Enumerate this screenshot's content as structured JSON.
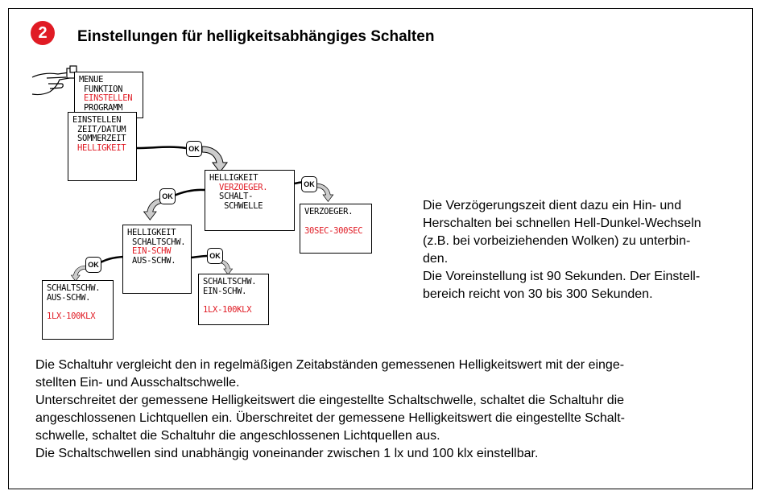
{
  "step_number": "2",
  "heading": "Einstellungen für helligkeitsabhängiges Schalten",
  "screens": {
    "menue": {
      "lines": [
        "MENUE",
        " FUNKTION",
        " EINSTELLEN",
        " PROGRAMM"
      ],
      "selected": 2
    },
    "einstellen": {
      "lines": [
        "EINSTELLEN",
        " ZEIT/DATUM",
        " SOMMERZEIT",
        " HELLIGKEIT"
      ],
      "selected": 3
    },
    "helligkeit": {
      "lines": [
        "HELLIGKEIT",
        "  VERZOEGER.",
        "  SCHALT-",
        "   SCHWELLE"
      ],
      "selected": 1
    },
    "verzoeger": {
      "lines": [
        "VERZOEGER."
      ],
      "value": "30SEC-300SEC"
    },
    "helligkeit2": {
      "lines": [
        "HELLIGKEIT",
        " SCHALTSCHW.",
        " EIN-SCHW",
        " AUS-SCHW."
      ],
      "selected": 2
    },
    "aus_schw": {
      "lines": [
        "SCHALTSCHW.",
        "AUS-SCHW."
      ],
      "value": "1LX-100KLX"
    },
    "ein_schw": {
      "lines": [
        "SCHALTSCHW.",
        "EIN-SCHW."
      ],
      "value": "1LX-100KLX"
    }
  },
  "ok_label": "OK",
  "colors": {
    "accent": "#e01b24",
    "arrow_fill": "#cccccc"
  },
  "icons": [
    "hand-pressing-button-icon",
    "curved-arrow-icon"
  ],
  "right_paragraph": [
    "Die Verzögerungszeit dient dazu ein Hin- und",
    "Herschalten bei schnellen Hell-Dunkel-Wechseln",
    "(z.B. bei vorbeiziehenden Wolken) zu unterbin-",
    "den.",
    "Die Voreinstellung ist 90 Sekunden. Der Einstell-",
    "bereich reicht von 30 bis 300 Sekunden."
  ],
  "bottom_paragraph": [
    "Die Schaltuhr vergleicht den in regelmäßigen Zeitabständen gemessenen Helligkeitswert mit der einge-",
    "stellten Ein-  und Ausschaltschwelle.",
    "Unterschreitet der gemessene Helligkeitswert die eingestellte Schaltschwelle, schaltet die Schaltuhr die",
    "angeschlossenen Lichtquellen ein. Überschreitet der gemessene Helligkeitswert die eingestellte Schalt-",
    "schwelle, schaltet die Schaltuhr die angeschlossenen Lichtquellen aus.",
    "Die Schaltschwellen sind unabhängig voneinander zwischen 1 lx und 100 klx einstellbar."
  ]
}
